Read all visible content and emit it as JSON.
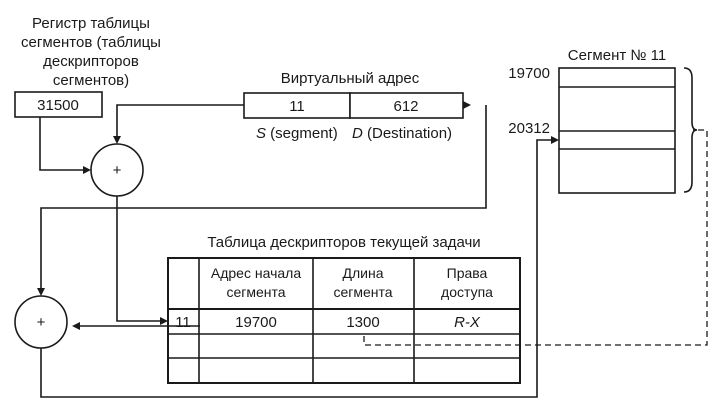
{
  "register": {
    "title_lines": [
      "Регистр таблицы",
      "сегментов (таблицы",
      "дескрипторов",
      "сегментов)"
    ],
    "value": "31500"
  },
  "virtual_address": {
    "title": "Виртуальный адрес",
    "segment_value": "11",
    "offset_value": "612",
    "segment_label_italic": "S",
    "segment_label_rest": " (segment)",
    "offset_label_italic": "D",
    "offset_label_rest": " (Destination)"
  },
  "adders": {
    "symbol": "+"
  },
  "descriptor_table": {
    "title": "Таблица дескрипторов текущей задачи",
    "headers": [
      [
        "Адрес начала",
        "сегмента"
      ],
      [
        "Длина",
        "сегмента"
      ],
      [
        "Права",
        "доступа"
      ]
    ],
    "row": {
      "index": "11",
      "start": "19700",
      "length": "1300",
      "rights": "R-X"
    }
  },
  "segment": {
    "title": "Сегмент № 11",
    "start_label": "19700",
    "target_label": "20312"
  }
}
